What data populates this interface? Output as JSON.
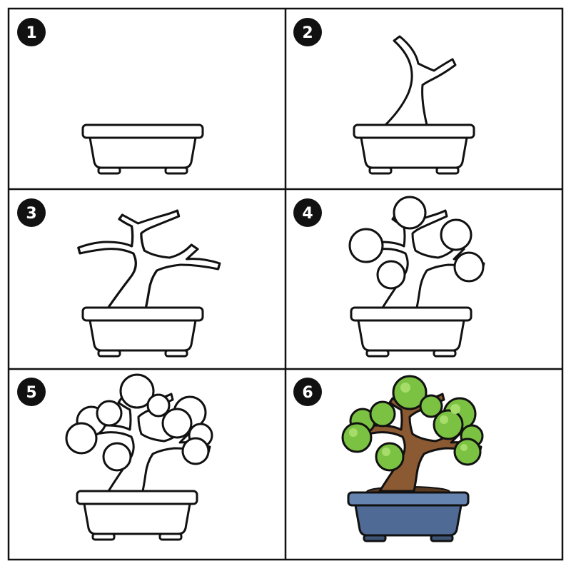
{
  "steps": [
    {
      "number": "1"
    },
    {
      "number": "2"
    },
    {
      "number": "3"
    },
    {
      "number": "4"
    },
    {
      "number": "5"
    },
    {
      "number": "6"
    }
  ],
  "colors": {
    "ink": "#111111",
    "paper": "#ffffff",
    "leaf": "#7cc242",
    "leaf_highlight": "#a6dc6a",
    "trunk": "#8b5a33",
    "pot": "#4f6b95",
    "pot_light": "#6584b0",
    "soil": "#5b3a22"
  },
  "icons": [
    "number-badge",
    "bonsai-pot",
    "bonsai-trunk",
    "foliage-circle"
  ]
}
